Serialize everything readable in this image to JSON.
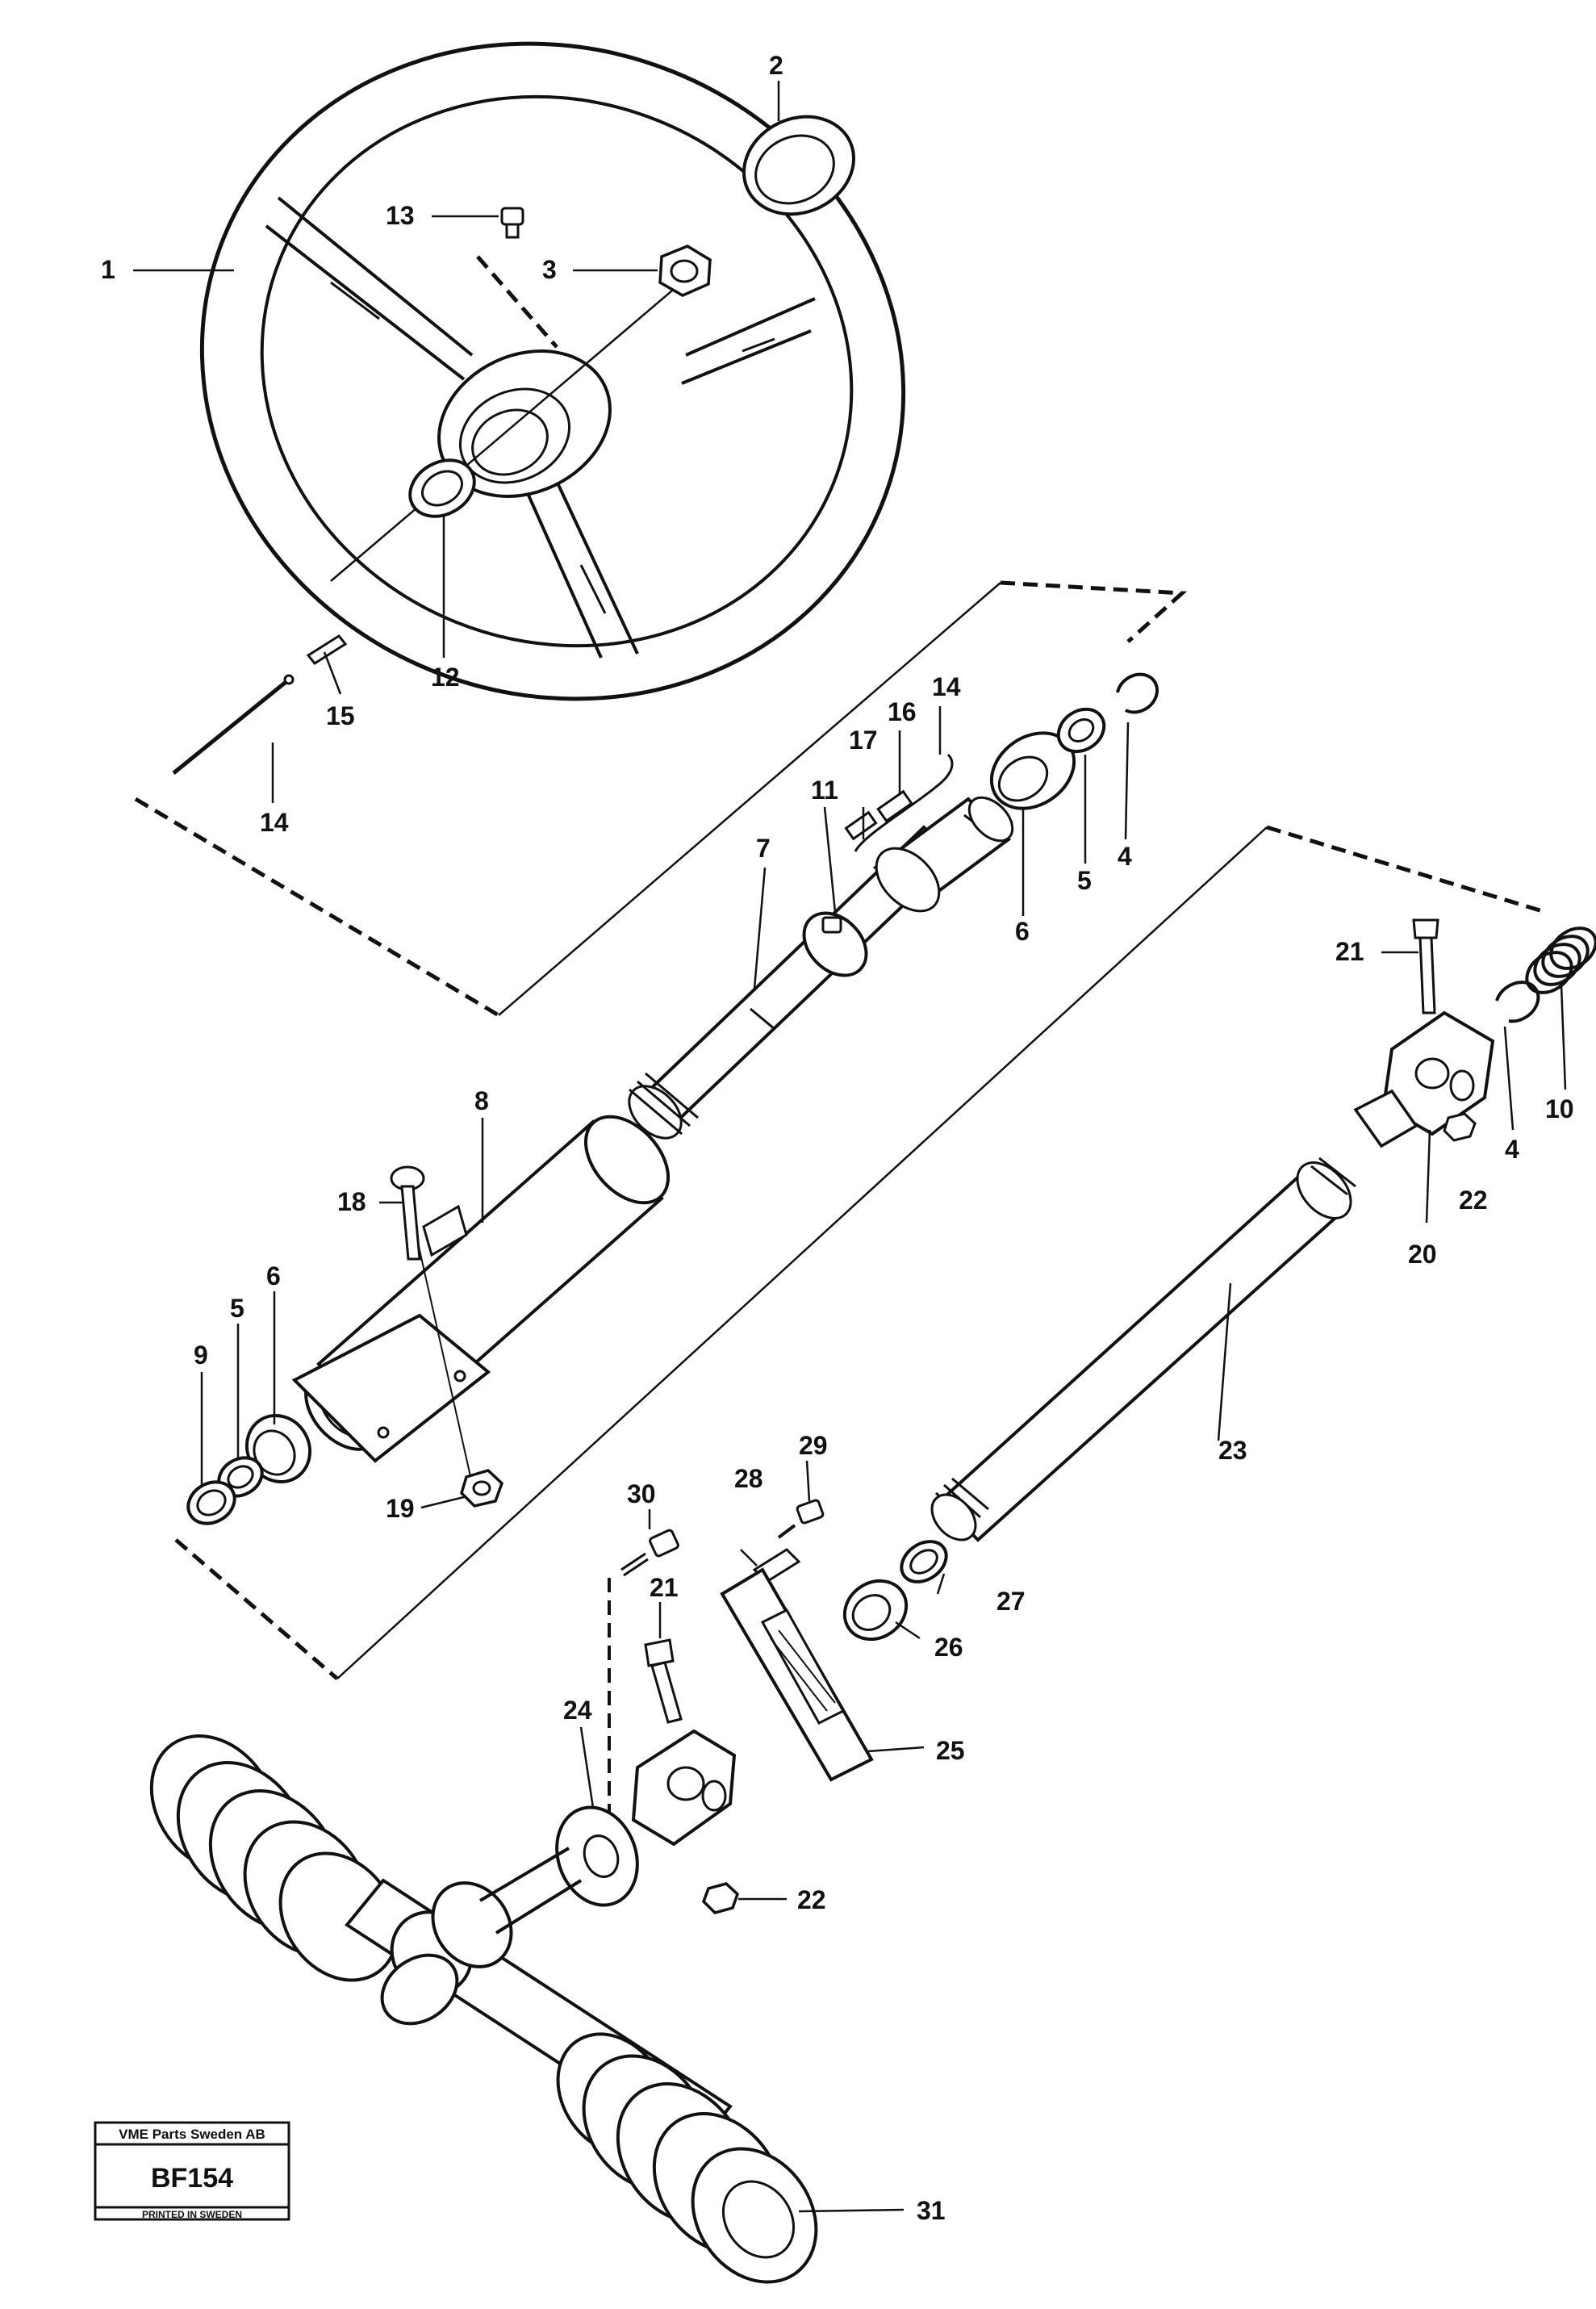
{
  "part_labels": {
    "p1": "1",
    "p2": "2",
    "p3": "3",
    "p4a": "4",
    "p4b": "4",
    "p5a": "5",
    "p5b": "5",
    "p6a": "6",
    "p6b": "6",
    "p7": "7",
    "p8": "8",
    "p9": "9",
    "p10": "10",
    "p11": "11",
    "p12": "12",
    "p13": "13",
    "p14a": "14",
    "p14b": "14",
    "p15": "15",
    "p16": "16",
    "p17": "17",
    "p18": "18",
    "p19": "19",
    "p20": "20",
    "p21a": "21",
    "p21b": "21",
    "p22a": "22",
    "p22b": "22",
    "p23": "23",
    "p24": "24",
    "p25": "25",
    "p26": "26",
    "p27": "27",
    "p28": "28",
    "p29": "29",
    "p30": "30",
    "p31": "31"
  },
  "title_box": {
    "company": "VME Parts Sweden AB",
    "code": "BF154",
    "footer": "PRINTED IN SWEDEN"
  }
}
